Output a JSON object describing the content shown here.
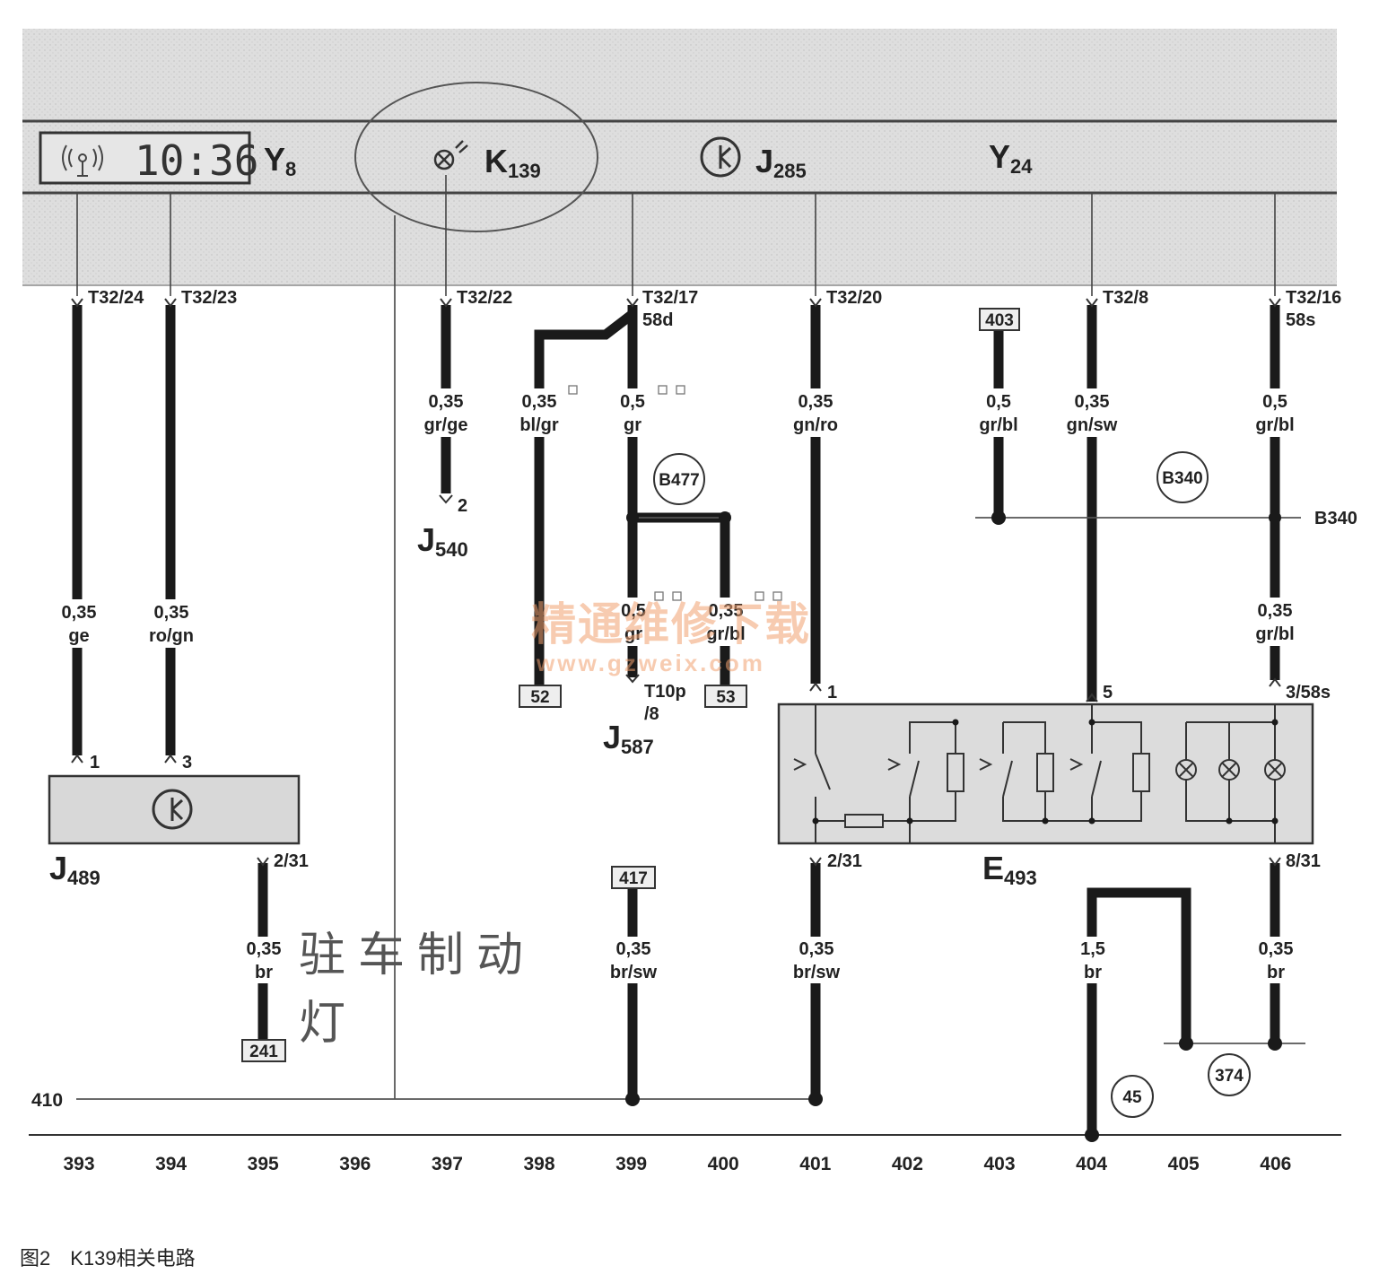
{
  "components": {
    "y8": {
      "main": "Y",
      "sub": "8",
      "display_time": "10:36"
    },
    "k139": {
      "main": "K",
      "sub": "139"
    },
    "j285": {
      "main": "J",
      "sub": "285"
    },
    "y24": {
      "main": "Y",
      "sub": "24"
    },
    "j540": {
      "main": "J",
      "sub": "540"
    },
    "j587": {
      "main": "J",
      "sub": "587"
    },
    "j489": {
      "main": "J",
      "sub": "489"
    },
    "e493": {
      "main": "E",
      "sub": "493"
    }
  },
  "pins": {
    "t32_24": "T32/24",
    "t32_23": "T32/23",
    "t32_22": "T32/22",
    "t32_17": "T32/17",
    "t32_17b": "58d",
    "t32_20": "T32/20",
    "t32_8": "T32/8",
    "t32_16": "T32/16",
    "t32_16b": "58s",
    "j540_pin": "2",
    "t10p": "T10p",
    "t10p_b": "/8",
    "j489_1": "1",
    "j489_3": "3",
    "j489_out": "2/31",
    "e493_1": "1",
    "e493_5": "5",
    "e493_3": "3/58s",
    "e493_231": "2/31",
    "e493_831": "8/31"
  },
  "wires": {
    "w397": {
      "gauge": "0,35",
      "color": "gr/ge"
    },
    "w398": {
      "gauge": "0,35",
      "color": "bl/gr"
    },
    "w399": {
      "gauge": "0,5",
      "color": "gr"
    },
    "w401": {
      "gauge": "0,35",
      "color": "gn/ro"
    },
    "w403": {
      "gauge": "0,5",
      "color": "gr/bl"
    },
    "w404": {
      "gauge": "0,35",
      "color": "gn/sw"
    },
    "w406": {
      "gauge": "0,5",
      "color": "gr/bl"
    },
    "w393": {
      "gauge": "0,35",
      "color": "ge"
    },
    "w394": {
      "gauge": "0,35",
      "color": "ro/gn"
    },
    "w399b": {
      "gauge": "0,5",
      "color": "gr"
    },
    "w400": {
      "gauge": "0,35",
      "color": "gr/bl"
    },
    "w406b": {
      "gauge": "0,35",
      "color": "gr/bl"
    },
    "w395": {
      "gauge": "0,35",
      "color": "br"
    },
    "w399c": {
      "gauge": "0,35",
      "color": "br/sw"
    },
    "w401c": {
      "gauge": "0,35",
      "color": "br/sw"
    },
    "w404c": {
      "gauge": "1,5",
      "color": "br"
    },
    "w406c": {
      "gauge": "0,35",
      "color": "br"
    }
  },
  "refs": {
    "b477": "B477",
    "b340": "B340",
    "b340_line": "B340",
    "r403": "403",
    "r52": "52",
    "r53": "53",
    "r417": "417",
    "r241": "241",
    "r45": "45",
    "r374": "374",
    "r410": "410"
  },
  "columns": [
    "393",
    "394",
    "395",
    "396",
    "397",
    "398",
    "399",
    "400",
    "401",
    "402",
    "403",
    "404",
    "405",
    "406"
  ],
  "annotation": {
    "line1": "驻车制动",
    "line2": "灯"
  },
  "watermark": {
    "line1": "精通维修下载",
    "line2": "www.gzweix.com"
  },
  "caption": "图2　K139相关电路",
  "colors": {
    "panel": "#dcdcdc",
    "wire": "#1a1a1a",
    "watermark": "#f0a070"
  }
}
